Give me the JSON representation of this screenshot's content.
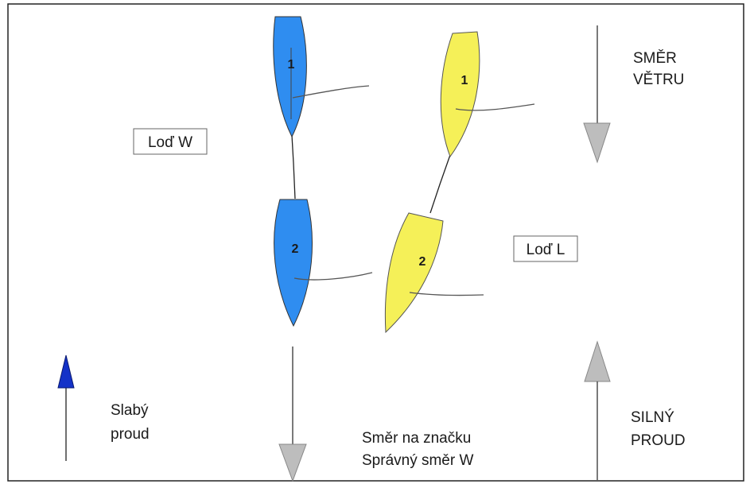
{
  "boat_w_label": "Loď W",
  "boat_l_label": "Loď L",
  "boat_w1_number": "1",
  "boat_w2_number": "2",
  "boat_l1_number": "1",
  "boat_l2_number": "2",
  "wind_direction": {
    "line1": "SMĚR",
    "line2": "VĚTRU"
  },
  "weak_current": {
    "line1": "Slabý",
    "line2": "proud"
  },
  "strong_current": {
    "line1": "SILNÝ",
    "line2": "PROUD"
  },
  "course_note": {
    "line1": "Směr na značku",
    "line2": "Správný směr W"
  },
  "colors": {
    "boat_w": "#2f8df0",
    "boat_l": "#f5f058",
    "arrow_gray": "#bdbdbd",
    "arrow_blue": "#1432c8"
  }
}
